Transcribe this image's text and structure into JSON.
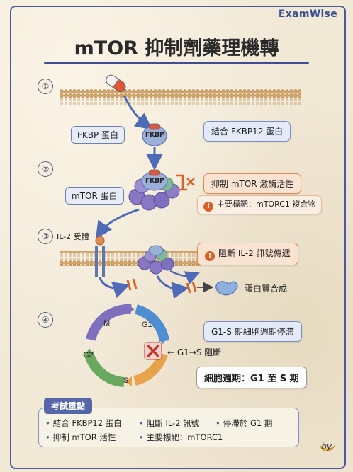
{
  "brand": "ExamWise",
  "title": "mTOR 抑制劑藥理機轉",
  "steps": [
    "①",
    "②",
    "③",
    "④"
  ],
  "protein_labels": {
    "fkbp_protein": "FKBP 蛋白",
    "fkbp_tag": "FKBP",
    "mtor_protein": "mTOR 蛋白",
    "il2_receptor": "IL-2 受體",
    "protein_synthesis": "蛋白質合成"
  },
  "callouts": {
    "bind_fkbp12": "結合 FKBP12 蛋白",
    "inhibit_mtor": "抑制 mTOR 激酶活性",
    "main_target": "主要標靶：mTORC1 複合物",
    "block_il2": "阻斷 IL-2 訊號傳遞",
    "g1s_arrest": "G1-S 期細胞週期停滯",
    "g1s_block": "← G1→S 阻斷",
    "cell_cycle": "細胞週期：G1 至 S 期"
  },
  "cycle_phases": {
    "m": "M",
    "g1": "G1",
    "g2": "G2",
    "s": "S"
  },
  "exam": {
    "heading": "考試重點",
    "items": [
      "結合 FKBP12 蛋白",
      "阻斷 IL-2 訊號",
      "停滯於 G1 期",
      "抑制 mTOR 活性",
      "主要標靶：mTORC1"
    ]
  },
  "signature": "by",
  "colors": {
    "accent": "#3e4e8f",
    "warning": "#d9622b",
    "membrane": "#d9a868"
  }
}
